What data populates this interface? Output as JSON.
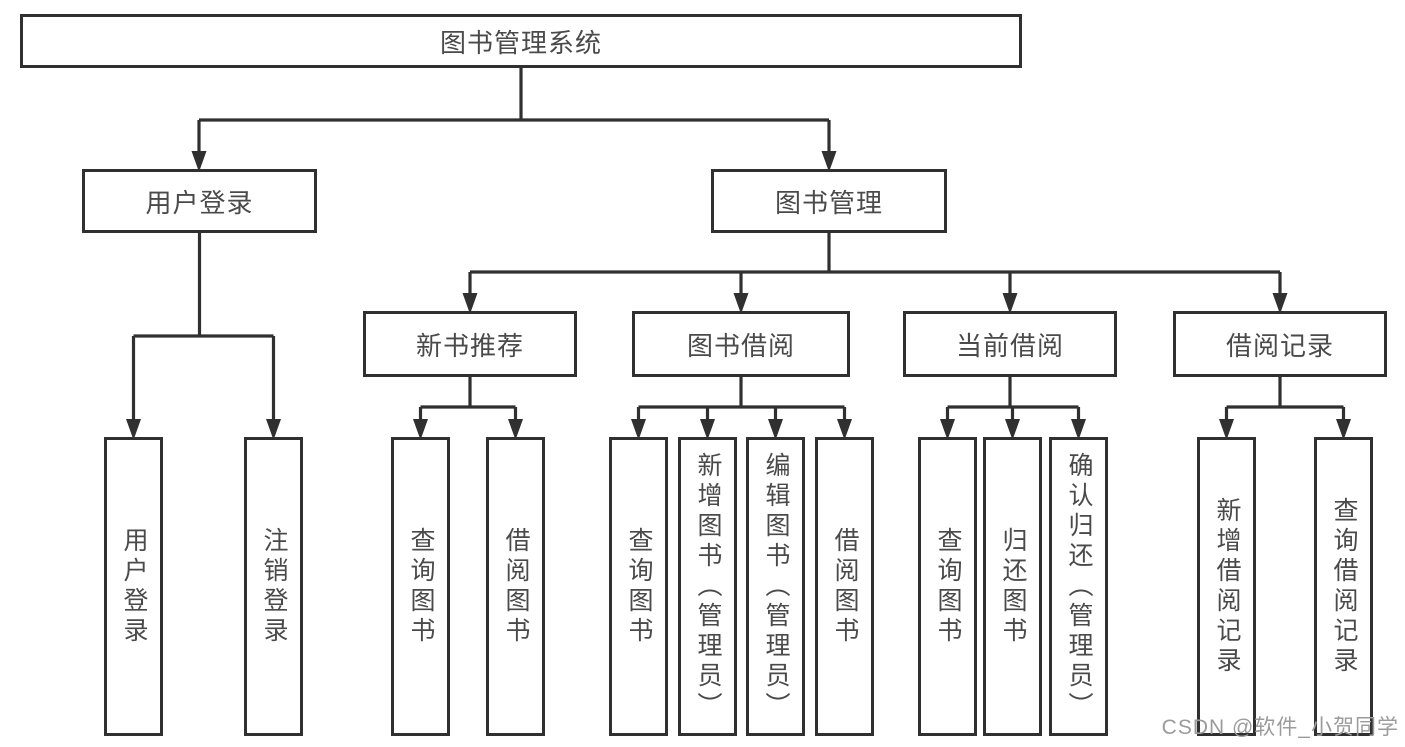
{
  "root": {
    "label": "图书管理系统"
  },
  "branches": {
    "user_login": {
      "label": "用户登录",
      "children": [
        {
          "label": "用户登录"
        },
        {
          "label": "注销登录"
        }
      ]
    },
    "book_management": {
      "label": "图书管理",
      "sections": [
        {
          "label": "新书推荐",
          "children": [
            {
              "label": "查询图书"
            },
            {
              "label": "借阅图书"
            }
          ]
        },
        {
          "label": "图书借阅",
          "children": [
            {
              "label": "查询图书"
            },
            {
              "label": "新增图书（管理员）"
            },
            {
              "label": "编辑图书（管理员）"
            },
            {
              "label": "借阅图书"
            }
          ]
        },
        {
          "label": "当前借阅",
          "children": [
            {
              "label": "查询图书"
            },
            {
              "label": "归还图书"
            },
            {
              "label": "确认归还（管理员）"
            }
          ]
        },
        {
          "label": "借阅记录",
          "children": [
            {
              "label": "新增借阅记录"
            },
            {
              "label": "查询借阅记录"
            }
          ]
        }
      ]
    }
  },
  "watermark": {
    "label": "CSDN @软件_小贺同学"
  },
  "colors": {
    "line": "#303030",
    "box_border": "#303030",
    "text": "#4a4a4a",
    "background": "#ffffff",
    "watermark": "#9b9b9b"
  }
}
